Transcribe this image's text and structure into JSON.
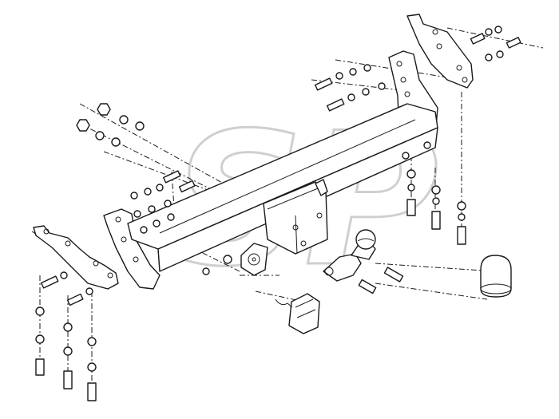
{
  "diagram": {
    "watermark": {
      "text": "SP",
      "kind": "logo",
      "color": "#cfcfcf"
    },
    "line_color": "#1a1a1a",
    "background": "#ffffff",
    "parts": [
      "crossbar-beam",
      "left-mounting-bracket",
      "right-mounting-bracket",
      "left-chassis-plate",
      "right-chassis-plate",
      "center-receiver",
      "tow-ball",
      "ball-cap",
      "electrical-socket",
      "wiring-connector",
      "bolt-nut-washer-sets"
    ]
  }
}
